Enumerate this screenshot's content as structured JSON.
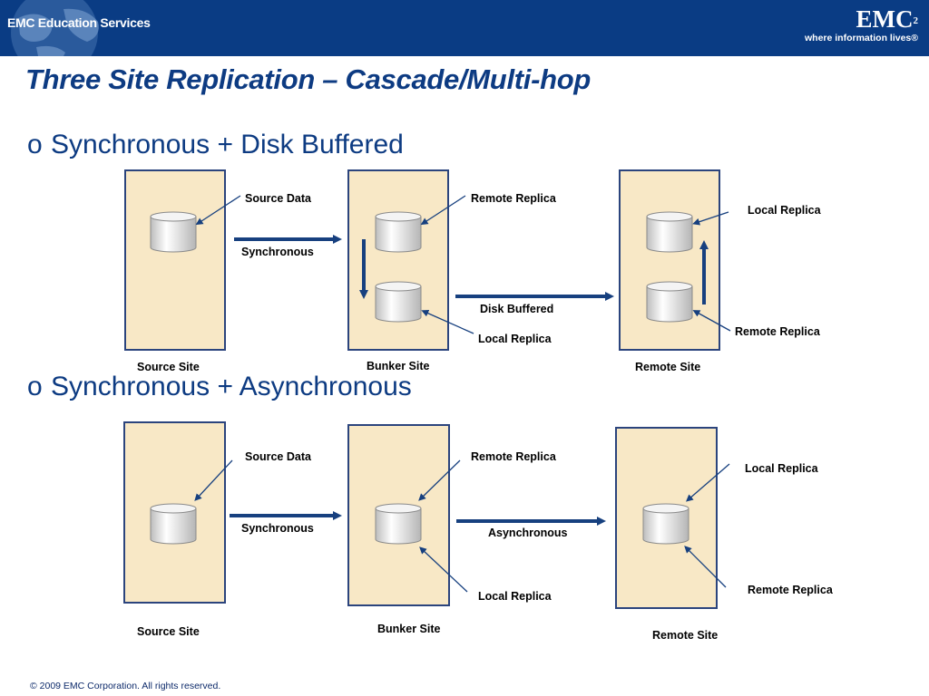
{
  "header": {
    "edu_label": "EMC Education Services",
    "logo_mark": "EMC",
    "logo_sup": "2",
    "tagline": "where information lives®"
  },
  "title": "Three Site Replication – Cascade/Multi-hop",
  "bullet_mark": "o",
  "sections": [
    {
      "heading": "Synchronous + Disk Buffered",
      "source_data": "Source Data",
      "sync_label": "Synchronous",
      "bunker_remote_replica": "Remote Replica",
      "link_label": "Disk Buffered",
      "bunker_local_replica": "Local Replica",
      "remote_local_replica": "Local Replica",
      "remote_remote_replica": "Remote Replica",
      "source_site": "Source Site",
      "bunker_site": "Bunker Site",
      "remote_site": "Remote Site"
    },
    {
      "heading": "Synchronous + Asynchronous",
      "source_data": "Source Data",
      "sync_label": "Synchronous",
      "bunker_remote_replica": "Remote Replica",
      "link_label": "Asynchronous",
      "bunker_local_replica": "Local Replica",
      "remote_local_replica": "Local Replica",
      "remote_remote_replica": "Remote Replica",
      "source_site": "Source Site",
      "bunker_site": "Bunker Site",
      "remote_site": "Remote Site"
    }
  ],
  "footer": "© 2009 EMC Corporation. All rights reserved.",
  "colors": {
    "header_bg": "#0a3c84",
    "title": "#0d3b82",
    "site_fill": "#f8e8c6",
    "site_border": "#2b447d",
    "arrow": "#17407f"
  }
}
